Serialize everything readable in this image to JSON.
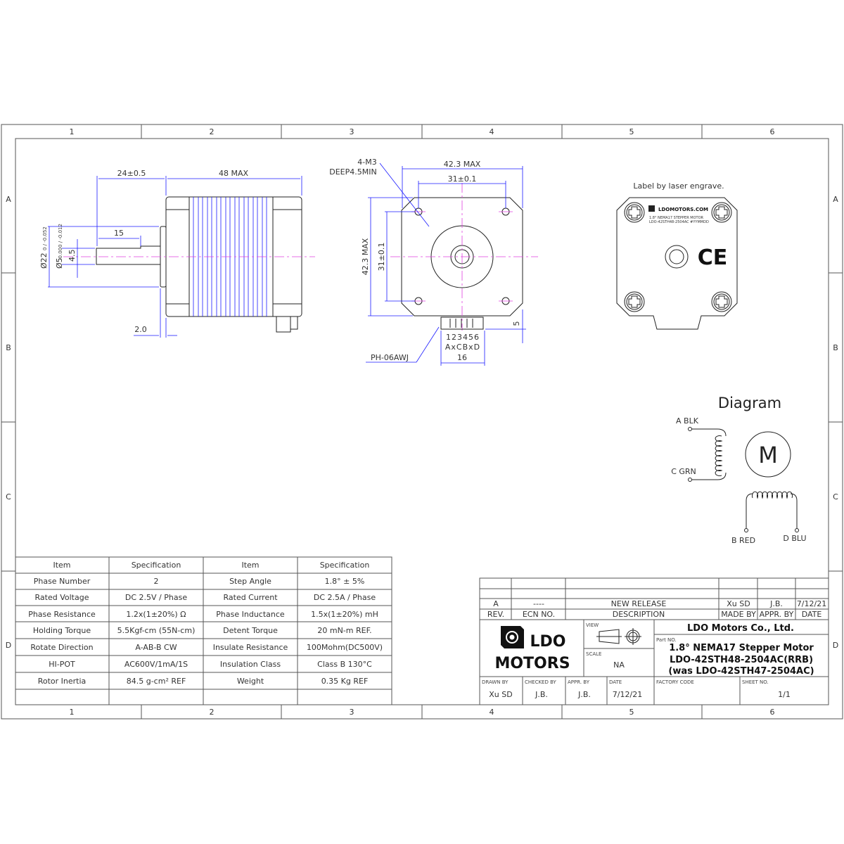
{
  "frame": {
    "columns": [
      "1",
      "2",
      "3",
      "4",
      "5",
      "6"
    ],
    "rows": [
      "A",
      "B",
      "C",
      "D"
    ]
  },
  "side_view": {
    "dim_shaft_length": "24±0.5",
    "dim_body_length": "48 MAX",
    "dim_flat_length": "15",
    "dim_boss_dia": "Ø22",
    "dim_boss_tol": "0 / -0.052",
    "dim_shaft_dia": "Ø5",
    "dim_shaft_tol": "-0.000 / -0.012",
    "dim_flat": "4.5",
    "dim_boss_height": "2.0"
  },
  "front_view": {
    "hole_callout_1": "4-M3",
    "hole_callout_2": "DEEP4.5MIN",
    "dim_width": "42.3 MAX",
    "dim_hole_spacing_h": "31±0.1",
    "dim_height": "42.3 MAX",
    "dim_hole_spacing_v": "31±0.1",
    "connector_pins": "123456",
    "connector_phases": "AxCBxD",
    "connector_model": "PH-06AWJ",
    "dim_connector_width": "16",
    "dim_connector_depth": "5"
  },
  "label_view": {
    "caption": "Label by laser engrave.",
    "brand": "LDOMOTORS.COM",
    "line1": "1.8° NEMA17 STEPPER MOTOR",
    "line2": "LDO-42STH48-2504AC  #YYMMDD",
    "ce_mark": "CE"
  },
  "diagram": {
    "title": "Diagram",
    "a": "A BLK",
    "c": "C GRN",
    "b": "B RED",
    "d": "D BLU",
    "motor": "M"
  },
  "spec_table": {
    "headers": [
      "Item",
      "Specification",
      "Item",
      "Specification"
    ],
    "rows": [
      [
        "Phase Number",
        "2",
        "Step Angle",
        "1.8° ± 5%"
      ],
      [
        "Rated Voltage",
        "DC 2.5V / Phase",
        "Rated Current",
        "DC 2.5A / Phase"
      ],
      [
        "Phase Resistance",
        "1.2x(1±20%) Ω",
        "Phase Inductance",
        "1.5x(1±20%) mH"
      ],
      [
        "Holding Torque",
        "5.5Kgf-cm (55N-cm)",
        "Detent Torque",
        "20 mN-m REF."
      ],
      [
        "Rotate Direction",
        "A-AB-B CW",
        "Insulate Resistance",
        "100Mohm(DC500V)"
      ],
      [
        "HI-POT",
        "AC600V/1mA/1S",
        "Insulation Class",
        "Class B 130°C"
      ],
      [
        "Rotor Inertia",
        "84.5 g-cm² REF",
        "Weight",
        "0.35 Kg REF"
      ]
    ]
  },
  "title_block": {
    "revision": {
      "rev": "A",
      "ecn": "----",
      "description": "NEW RELEASE",
      "made_by": "Xu SD",
      "appr_by": "J.B.",
      "date": "7/12/21"
    },
    "rev_headers": {
      "rev": "REV.",
      "ecn": "ECN NO.",
      "description": "DESCRIPTION",
      "made_by": "MADE BY",
      "appr_by": "APPR. BY",
      "date": "DATE"
    },
    "logo_line1": "LDO",
    "logo_line2": "MOTORS",
    "view_label": "VIEW",
    "scale_label": "SCALE",
    "scale": "NA",
    "company": "LDO Motors Co., Ltd.",
    "part_no_label": "Part NO.",
    "part_line1": "1.8° NEMA17 Stepper Motor",
    "part_line2": "LDO-42STH48-2504AC(RRB)",
    "part_line3": "(was LDO-42STH47-2504AC)",
    "drawn_by_label": "DRAWN BY",
    "drawn_by": "Xu SD",
    "checked_by_label": "CHECKED BY",
    "checked_by": "J.B.",
    "appr_by_label": "APPR. BY",
    "appr_by": "J.B.",
    "date_label": "DATE",
    "date": "7/12/21",
    "factory_code_label": "FACTORY CODE",
    "sheet_no_label": "SHEET NO.",
    "sheet_no": "1/1"
  }
}
